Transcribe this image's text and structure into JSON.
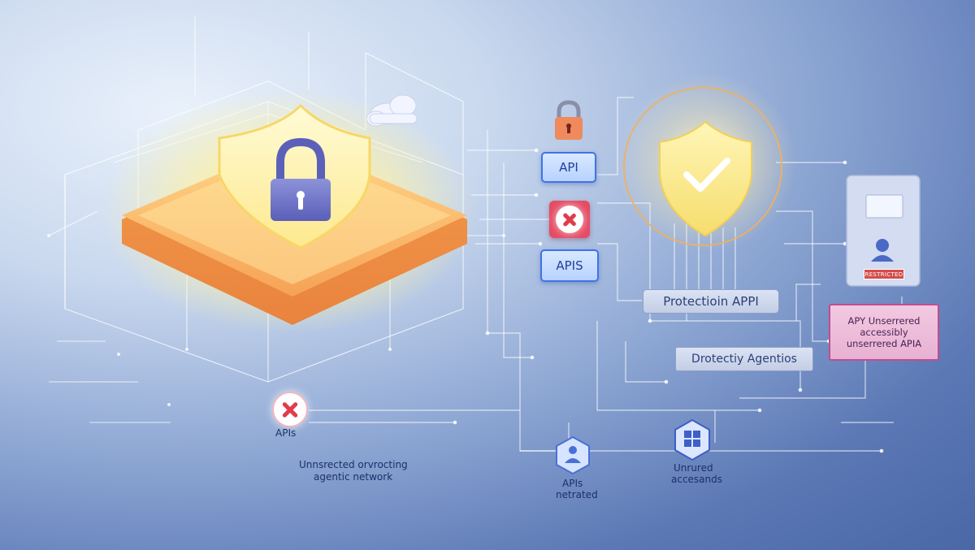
{
  "labels": {
    "api_top": "API",
    "apis_mid": "APIS",
    "protection_api": "Protectioin APPI",
    "protectiy_agentics": "Drotectiy Agentios",
    "unsecured_box": "APY Unserrered accessibly unserrered APIA",
    "restricted_tag": "RESTRICTED",
    "apis_left": "APIs",
    "unsecured_network_line1": "Unnsrected orvrocting",
    "unsecured_network_line2": "agentic network",
    "apis_bottom_line1": "APIs",
    "apis_bottom_line2": "netrated",
    "unsured_line1": "Unrured",
    "unsured_line2": "accesands"
  },
  "icons": [
    "padlock-icon",
    "shield-icon",
    "checkmark-shield-icon",
    "cloud-icon",
    "user-icon",
    "windows-icon",
    "x-icon"
  ],
  "colors": {
    "accent_blue": "#3f73e6",
    "warning_red": "#e23b4c",
    "glow_yellow": "#fff3a0",
    "chip_orange": "#f5a25a",
    "magenta_panel": "#c04d8f"
  }
}
